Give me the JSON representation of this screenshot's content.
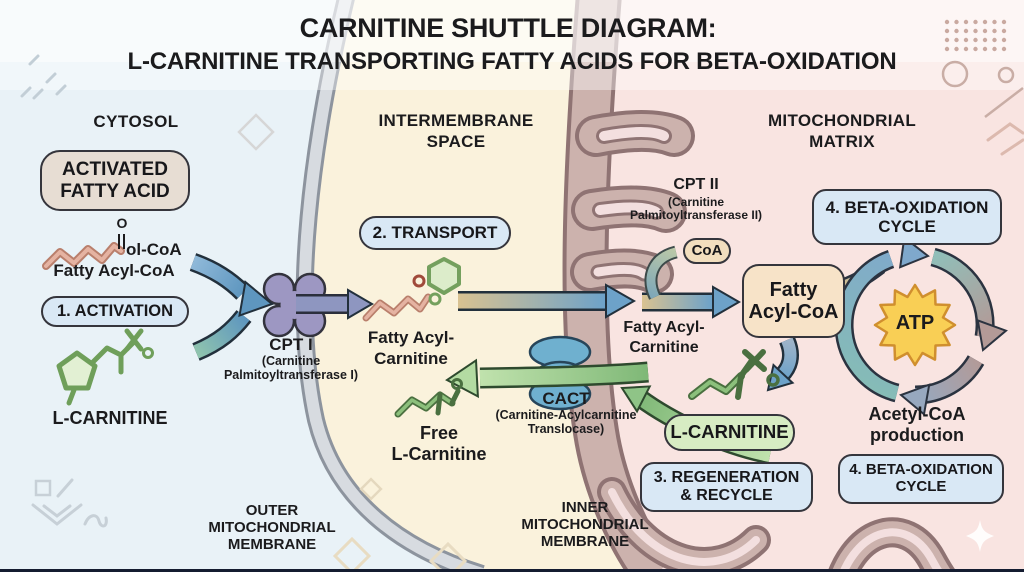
{
  "title": {
    "line1": "CARNITINE SHUTTLE DIAGRAM:",
    "line2": "L-CARNITINE TRANSPORTING FATTY ACIDS FOR BETA-OXIDATION"
  },
  "regions": {
    "cytosol": "CYTOSOL",
    "intermembrane_space_line1": "INTERMEMBRANE",
    "intermembrane_space_line2": "SPACE",
    "mitochondrial_matrix_line1": "MITOCHONDRIAL",
    "mitochondrial_matrix_line2": "MATRIX",
    "outer_membrane_line1": "OUTER",
    "outer_membrane_line2": "MITOCHONDRIAL",
    "outer_membrane_line3": "MEMBRANE",
    "inner_membrane_line1": "INNER",
    "inner_membrane_line2": "MITOCHONDRIAL",
    "inner_membrane_line3": "MEMBRANE"
  },
  "cytosol": {
    "activated_fatty_acid_line1": "ACTIVATED",
    "activated_fatty_acid_line2": "FATTY ACID",
    "carbonyl_oxygen": "O",
    "molecule_suffix": "ol-CoA",
    "fatty_acyl_coa_label": "Fatty Acyl-CoA",
    "step1": "1. ACTIVATION",
    "l_carnitine_label": "L-CARNITINE"
  },
  "cpt1": {
    "name": "CPT I",
    "sub_line1": "(Carnitine",
    "sub_line2": "Palmitoyltransferase I)"
  },
  "intermembrane": {
    "step2": "2. TRANSPORT",
    "fatty_acyl_carnitine_line1": "Fatty Acyl-",
    "fatty_acyl_carnitine_line2": "Carnitine",
    "free_l_carnitine_line1": "Free",
    "free_l_carnitine_line2": "L-Carnitine"
  },
  "cact": {
    "name": "CACT",
    "sub_line1": "(Carnitine-Acylcarnitine",
    "sub_line2": "Translocase)"
  },
  "cpt2": {
    "name": "CPT II",
    "sub_line1": "(Carnitine",
    "sub_line2": "Palmitoyltransferase II)"
  },
  "matrix": {
    "coa_badge": "CoA",
    "fatty_acyl_carnitine_line1": "Fatty Acyl-",
    "fatty_acyl_carnitine_line2": "Carnitine",
    "fatty_acyl_coa_line1": "Fatty",
    "fatty_acyl_coa_line2": "Acyl-CoA",
    "beta_oxidation_top_line1": "4. BETA-OXIDATION",
    "beta_oxidation_top_line2": "CYCLE",
    "atp": "ATP",
    "acetyl_coa_line1": "Acetyl-CoA",
    "acetyl_coa_line2": "production",
    "l_carnitine_box": "L-CARNITINE",
    "step3_line1": "3. REGENERATION",
    "step3_line2": "& RECYCLE",
    "beta_oxidation_bottom_line1": "4. BETA-OXIDATION",
    "beta_oxidation_bottom_line2": "CYCLE"
  },
  "colors": {
    "cytosol_bg": "#e9f2f7",
    "intermembrane_bg": "#faf2dc",
    "matrix_bg": "#f9e4e1",
    "outer_membrane": "#d7dbe0",
    "inner_membrane": "#ccb2ad",
    "step_box_bg": "#d9e8f5",
    "activated_box_bg": "#e7ddd3",
    "coa_box_bg": "#f2debe",
    "fatty_acyl_coa_box_bg": "#f7e3c8",
    "l_carnitine_box_bg": "#d7ecc3",
    "atp_star": "#f9cf55",
    "blue_arrow": "#6da2c9",
    "green_arrow": "#8fc487",
    "cpt_transporter": "#9d97c2",
    "cact_transporter": "#6fb0cf",
    "molecule_pink": "#e5b3a2",
    "molecule_green": "#8cc07c"
  }
}
